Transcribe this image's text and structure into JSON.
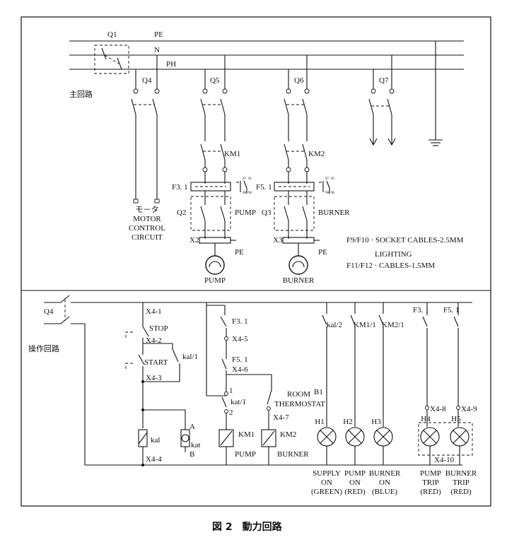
{
  "figure": {
    "caption": "図 2　動力回路"
  },
  "main": {
    "section_label": "主回路",
    "bus": {
      "pe": "PE",
      "n": "N",
      "ph": "PH"
    },
    "breakers": {
      "q1": "Q1",
      "q4": "Q4",
      "q5": "Q5",
      "q6": "Q6",
      "q7": "Q7"
    },
    "contactors": {
      "km1": "KM1",
      "km2": "KM2"
    },
    "overloads": {
      "f31": "F3. 1",
      "f51": "F5. 1",
      "c97": "97",
      "c95": "95",
      "c98": "98",
      "c96": "96"
    },
    "motor_breakers": {
      "q2": "Q2",
      "q3": "Q3"
    },
    "terminals": {
      "x2": "X2",
      "x3": "X3",
      "pe1": "PE",
      "pe2": "PE"
    },
    "pump_label": "PUMP",
    "burner_label": "BURNER",
    "motor_labels": {
      "pump": "PUMP",
      "burner": "BURNER"
    },
    "motor_control": {
      "jp": "モ－タ",
      "l1": "MOTOR",
      "l2": "CONTROL",
      "l3": "CIRCUIT"
    },
    "notes": {
      "socket": "F9/F10 · SOCKET CABLES-2.5MM",
      "lighting": "LIGHTING",
      "lighting_cables": "F11/F12 · CABLES-1.5MM"
    }
  },
  "control": {
    "section_label": "操作回路",
    "q4": "Q4",
    "terminals": {
      "x41": "X4-1",
      "x42": "X4-2",
      "x43": "X4-3",
      "x44": "X4-4",
      "x45": "X4-5",
      "x46": "X4-6",
      "x47": "X4-7",
      "x48": "X4-8",
      "x49": "X4-9",
      "x410": "X4-10"
    },
    "stop": "STOP",
    "start": "START",
    "kal1": "kal/1",
    "f31": "F3. 1",
    "f51": "F5. 1",
    "kat1": "kat/1",
    "n1": "1",
    "n2": "2",
    "b1": "B1",
    "room": "ROOM",
    "thermostat": "THERMOSTAT",
    "relay_kal": "kal",
    "relay_kat": "kat",
    "a": "A",
    "b": "B",
    "km1": "KM1",
    "km2": "KM2",
    "pump": "PUMP",
    "burner": "BURNER",
    "kal2": "kal/2",
    "km11": "KM1/1",
    "km21": "KM2/1",
    "f31r": "F3. 1",
    "f51r": "F5. 1",
    "lamps": {
      "h1": {
        "id": "H1",
        "l1": "SUPPLY",
        "l2": "ON",
        "l3": "(GREEN)"
      },
      "h2": {
        "id": "H2",
        "l1": "PUMP",
        "l2": "ON",
        "l3": "(RED)"
      },
      "h3": {
        "id": "H3",
        "l1": "BURNER",
        "l2": "ON",
        "l3": "(BLUE)"
      },
      "h4": {
        "id": "H4",
        "l1": "PUMP",
        "l2": "TRIP",
        "l3": "(RED)"
      },
      "h5": {
        "id": "H5",
        "l1": "BURNER",
        "l2": "TRIP",
        "l3": "(RED)"
      }
    }
  }
}
